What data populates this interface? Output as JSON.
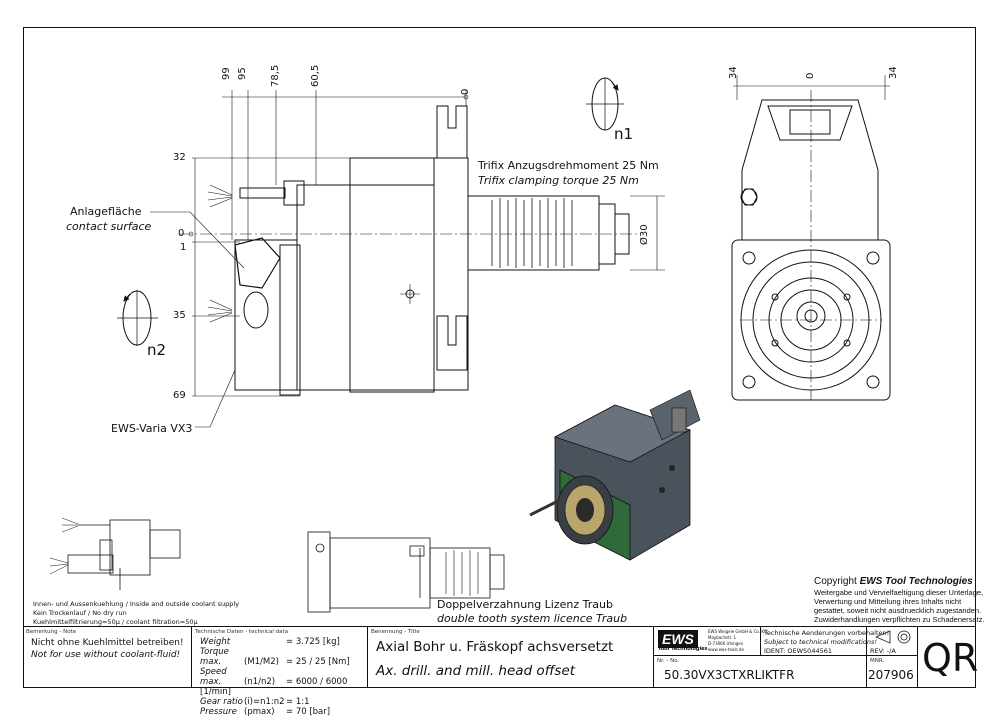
{
  "annotations": {
    "contact_de": "Anlagefläche",
    "contact_en": "contact surface",
    "trifix_de": "Trifix Anzugsdrehmoment  25 Nm",
    "trifix_en": "Trifix clamping torque  25 Nm",
    "varia": "EWS-Varia VX3",
    "n1": "n1",
    "n2": "n2",
    "doppel_de": "Doppelverzahnung Lizenz Traub",
    "doppel_en": "double tooth system licence Traub",
    "coolant_1": "Innen- und Aussenkuehlung / Inside and outside coolant supply",
    "coolant_2": "Kein Trockenlauf / No dry run",
    "coolant_3": "Kuehlmittelfiltrierung=50µ / coolant filtration=50µ"
  },
  "dimensions": {
    "top": [
      "99",
      "95",
      "78,5",
      "60,5",
      "0"
    ],
    "left": [
      "32",
      "0",
      "1",
      "35",
      "69"
    ],
    "diameter": "Ø30",
    "front": [
      "34",
      "0",
      "34"
    ]
  },
  "copyright": {
    "title_prefix": "Copyright ",
    "title_brand": "EWS Tool Technologies",
    "lines": [
      "Weitergabe und Vervielfaeltigung dieser Unterlage,",
      "Verwertung und Mitteilung ihres Inhalts nicht",
      "gestattet, soweit nicht ausdruecklich zugestanden.",
      "Zuwiderhandlungen verpflichten zu Schadenersatz."
    ]
  },
  "title_block": {
    "note_caption": "Bemerkung - Note",
    "note_de": "Nicht ohne Kuehlmittel betreiben!",
    "note_en": "Not for use without coolant-fluid!",
    "tech_caption": "Technische Daten - technical data",
    "tech_rows": [
      {
        "label": "Weight",
        "sym": "",
        "value": "3.725 [kg]"
      },
      {
        "label": "Torque max.",
        "sym": "(M1/M2)",
        "value": "25 / 25 [Nm]"
      },
      {
        "label": "Speed max.",
        "sym": "(n1/n2)",
        "value": "6000 / 6000 [1/min]"
      },
      {
        "label": "Gear ratio",
        "sym": "(i)=n1:n2",
        "value": "1:1"
      },
      {
        "label": "Pressure",
        "sym": "(pmax)",
        "value": "70 [bar]"
      }
    ],
    "title_caption": "Benennung - Title",
    "title_de": "Axial Bohr u. Fräskopf achsversetzt",
    "title_en": "Ax. drill. and mill. head offset",
    "logo": "EWS",
    "logo_sub": "Tool Technologies",
    "company_lines": [
      "EWS Weigele GmbH & Co. KG",
      "Maybachstr. 1",
      "D-73066 Uhingen",
      "www.ews-tools.de"
    ],
    "change_de": "Technische Aenderungen vorbehalten!",
    "change_en": "Subject to technical modifications!",
    "ident": "IDENT: OEWS044561",
    "rev": "REV: -/A",
    "nr_caption": "Nr. - No.",
    "number": "50.30VX3CTXRLIKTFR",
    "mnr_caption": "MNR.",
    "mnr": "207906",
    "qr": "QR"
  }
}
